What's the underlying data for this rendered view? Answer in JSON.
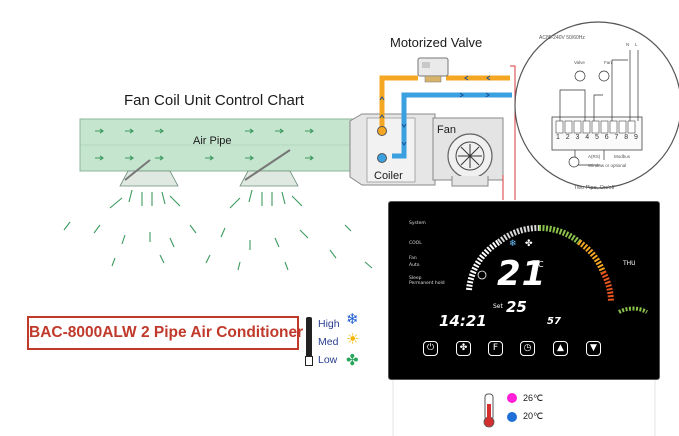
{
  "title": "Fan Coil Unit Control Chart",
  "labels": {
    "valve": "Motorized Valve",
    "air_pipe": "Air Pipe",
    "fan": "Fan",
    "coiler": "Coiler"
  },
  "model": "BAC-8000ALW 2 Pipe Air Conditioner",
  "fan_speeds": [
    "High",
    "Med",
    "Low"
  ],
  "thermostat": {
    "mode_labels": [
      "System",
      "COOL",
      "Fan",
      "Auto",
      "Sleep",
      "Permanent hold"
    ],
    "room_temp": "21",
    "temp_unit": "°C",
    "set_label": "Set",
    "set_temp": "25",
    "clock": "14:21",
    "humidity": "57",
    "day": "THU",
    "buttons": [
      "power",
      "fan",
      "F",
      "clock",
      "up",
      "down"
    ]
  },
  "legend": {
    "hot": "26℃",
    "cold": "20℃",
    "hot_color": "#ff1fd6",
    "cold_color": "#1f6fd6"
  },
  "wiring": {
    "supply": "AC85-240V 50/60Hz",
    "valve": "Valve",
    "fan": "Fan",
    "n_label": "N",
    "l_label": "L",
    "terminals": [
      "1",
      "2",
      "3",
      "4",
      "5",
      "6",
      "7",
      "8",
      "9"
    ],
    "rs485_label": "A(RS)",
    "modbus": "Modbus",
    "remote": "Window or optional",
    "caption": "Two Pipe, On/off"
  },
  "colors": {
    "hot_pipe": "#f5a623",
    "cold_pipe": "#3aa0e0",
    "air_arrows": "#3c9a5f",
    "duct": "#bfe0c8",
    "model_border": "#c0392b"
  }
}
